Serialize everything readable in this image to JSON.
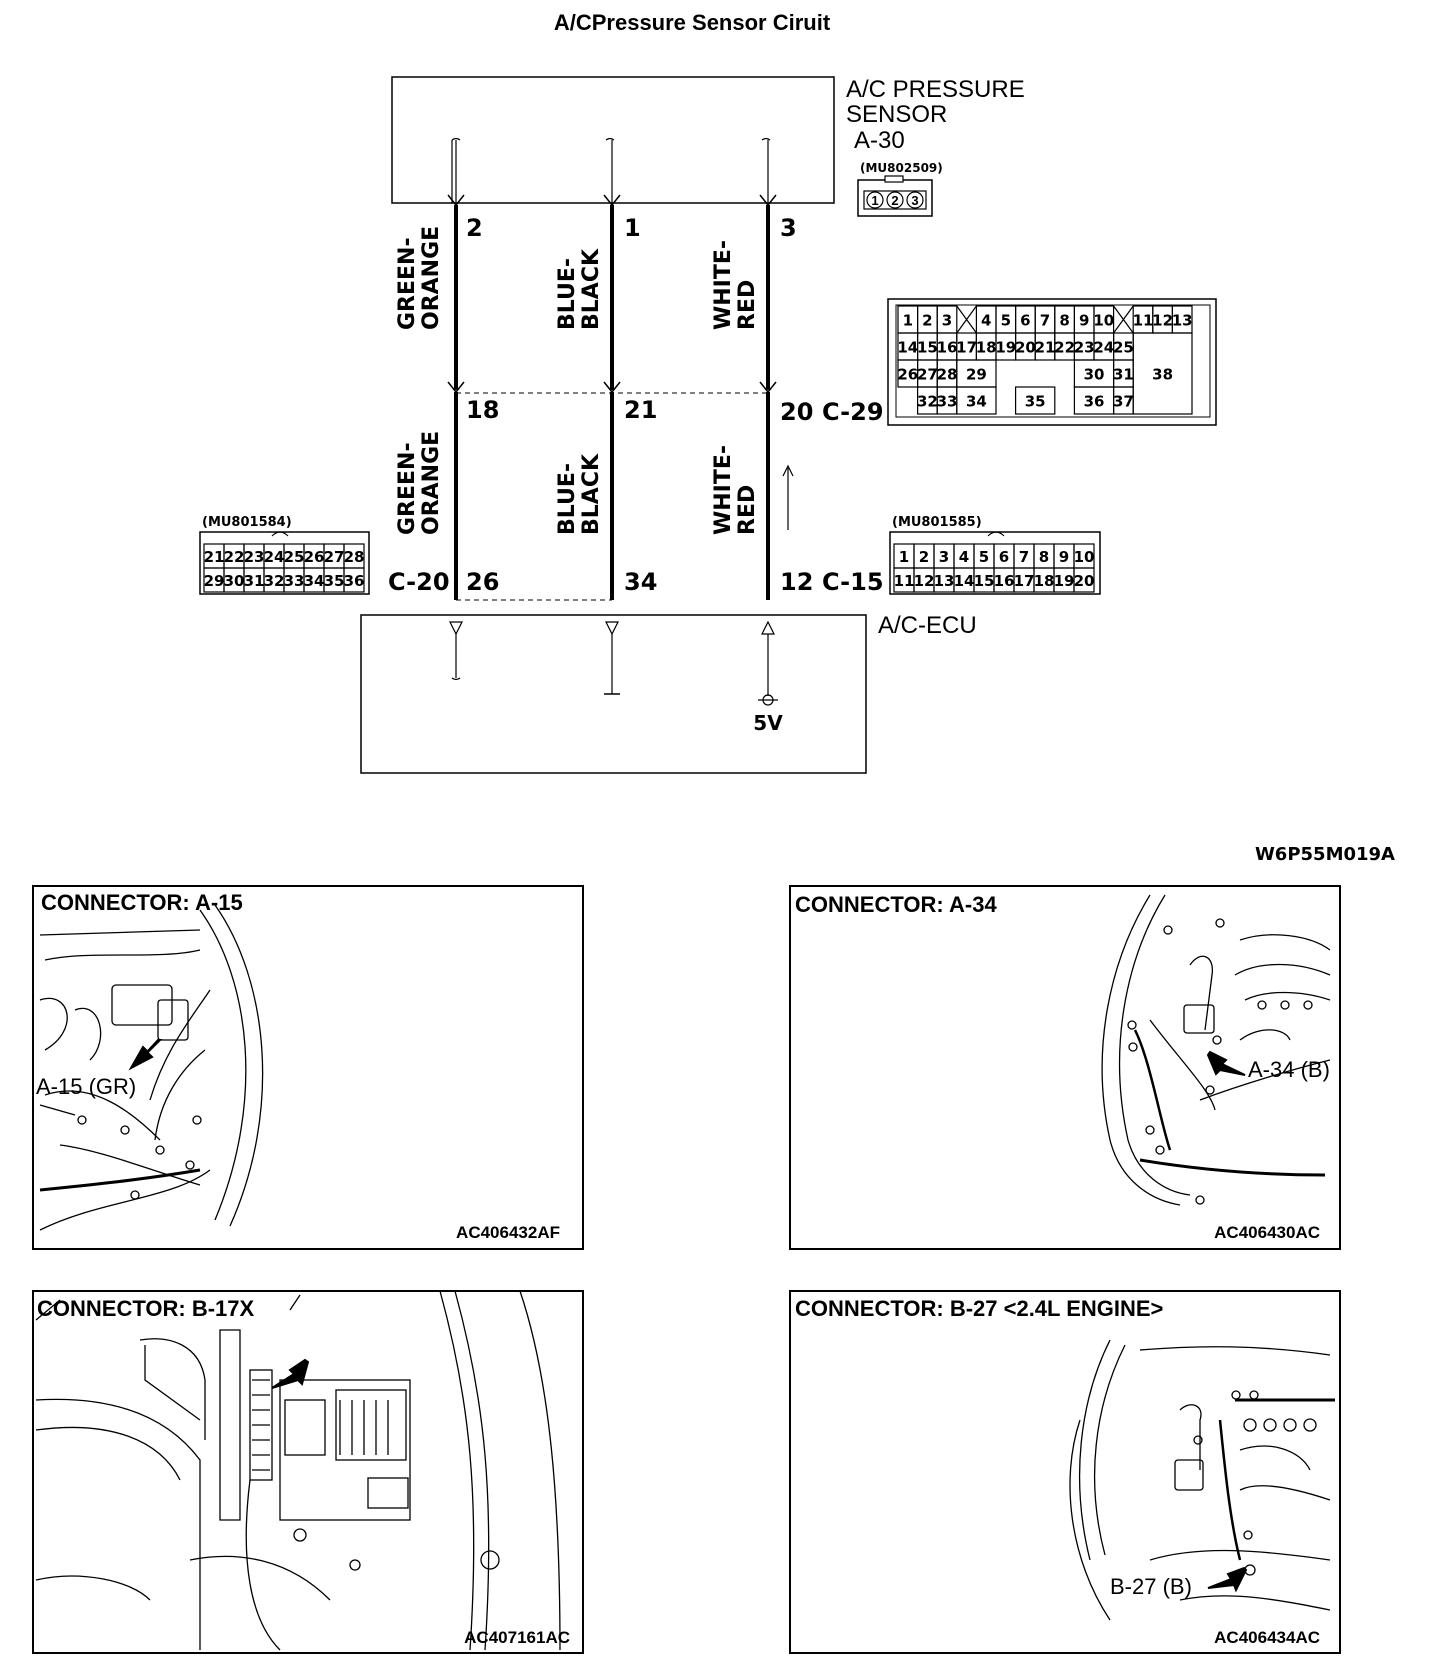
{
  "title": "A/CPressure Sensor Ciruit",
  "sensor": {
    "name_line1": "A/C PRESSURE",
    "name_line2": "SENSOR",
    "connector": "A-30",
    "part_no": "(MU802509)",
    "pins": [
      "1",
      "2",
      "3"
    ]
  },
  "ecu": {
    "name": "A/C-ECU",
    "supply": "5V"
  },
  "wires": [
    {
      "color_line1": "GREEN-",
      "color_line2": "ORANGE",
      "sensor_pin": "2",
      "mid_pin": "18",
      "ecu_pin": "26"
    },
    {
      "color_line1": "BLUE-",
      "color_line2": "BLACK",
      "sensor_pin": "1",
      "mid_pin": "21",
      "ecu_pin": "34"
    },
    {
      "color_line1": "WHITE-",
      "color_line2": "RED",
      "sensor_pin": "3",
      "mid_pin": "20",
      "ecu_pin": "12"
    }
  ],
  "connectors": {
    "mid": "C-29",
    "ecu_left": "C-20",
    "ecu_right": "C-15"
  },
  "c29_face": {
    "row1": [
      "1",
      "2",
      "3",
      "4",
      "5",
      "6",
      "7",
      "8",
      "9",
      "10",
      "11",
      "12",
      "13"
    ],
    "row2": [
      "14",
      "15",
      "16",
      "17",
      "18",
      "19",
      "20",
      "21",
      "22",
      "23",
      "24",
      "25"
    ],
    "row3": [
      "26",
      "27",
      "28",
      "29",
      "30",
      "31"
    ],
    "row4": [
      "32",
      "33",
      "34",
      "35",
      "36",
      "37"
    ],
    "big": "38"
  },
  "c20_face": {
    "part_no": "(MU801584)",
    "row1": [
      "21",
      "22",
      "23",
      "24",
      "25",
      "26",
      "27",
      "28"
    ],
    "row2": [
      "29",
      "30",
      "31",
      "32",
      "33",
      "34",
      "35",
      "36"
    ]
  },
  "c15_face": {
    "part_no": "(MU801585)",
    "row1": [
      "1",
      "2",
      "3",
      "4",
      "5",
      "6",
      "7",
      "8",
      "9",
      "10"
    ],
    "row2": [
      "11",
      "12",
      "13",
      "14",
      "15",
      "16",
      "17",
      "18",
      "19",
      "20"
    ]
  },
  "figure_code": "W6P55M019A",
  "panels": [
    {
      "title": "CONNECTOR: A-15",
      "callout": "A-15 (GR)",
      "code": "AC406432AF"
    },
    {
      "title": "CONNECTOR: A-34",
      "callout": "A-34 (B)",
      "code": "AC406430AC"
    },
    {
      "title": "CONNECTOR: B-17X",
      "callout": "",
      "code": "AC407161AC"
    },
    {
      "title": "CONNECTOR: B-27 <2.4L ENGINE>",
      "callout": "B-27 (B)",
      "code": "AC406434AC"
    }
  ],
  "colors": {
    "line": "#000000",
    "background": "#ffffff"
  }
}
